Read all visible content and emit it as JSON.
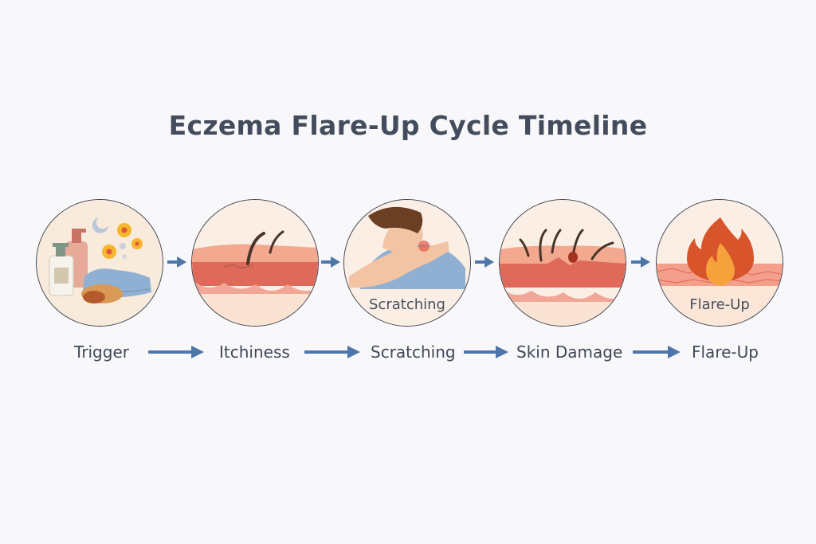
{
  "title": "Eczema Flare-Up Cycle Timeline",
  "colors": {
    "background": "#f8f7fa",
    "title_text": "#434c5c",
    "arrow": "#4e76a8",
    "circle_border": "#3b4250",
    "skin_light": "#fbe3d3",
    "skin_inflamed": "#e06a5a",
    "flame_outer": "#d8542a",
    "flame_inner": "#f5a23c"
  },
  "steps": [
    {
      "id": "trigger",
      "label": "Trigger",
      "illustration": "toiletries-towel-pollen-icon",
      "caption": ""
    },
    {
      "id": "itchiness",
      "label": "Itchiness",
      "illustration": "irritated-skin-hairs-icon",
      "caption": ""
    },
    {
      "id": "scratching",
      "label": "Scratching",
      "illustration": "person-scratching-neck-icon",
      "caption": "Scratching"
    },
    {
      "id": "skin-damage",
      "label": "Skin Damage",
      "illustration": "damaged-skin-follicles-icon",
      "caption": ""
    },
    {
      "id": "flare-up",
      "label": "Flare-Up",
      "illustration": "flame-on-skin-icon",
      "caption": "Flare-Up"
    }
  ]
}
